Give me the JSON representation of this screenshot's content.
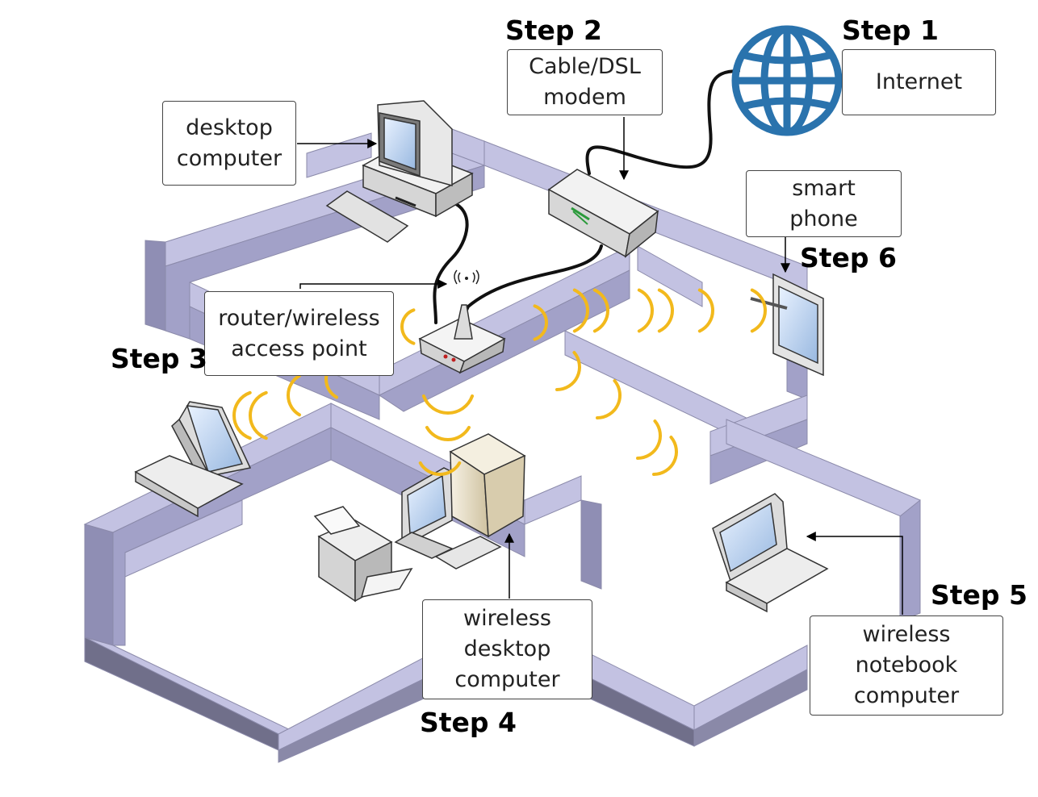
{
  "steps": {
    "s1": "Step 1",
    "s2": "Step 2",
    "s3": "Step 3",
    "s4": "Step 4",
    "s5": "Step 5",
    "s6": "Step 6"
  },
  "labels": {
    "internet": "Internet",
    "modem": "Cable/DSL\nmodem",
    "desktop": "desktop\ncomputer",
    "router": "router/wireless\naccess point",
    "smartphone": "smart\nphone",
    "wireless_desktop": "wireless\ndesktop\ncomputer",
    "wireless_notebook": "wireless\nnotebook\ncomputer"
  },
  "colors": {
    "wall_top": "#c3c2e2",
    "wall_side": "#a2a1c8",
    "wall_dark": "#706f8a",
    "wave": "#f2b91c",
    "globe": "#2a73ad",
    "cable": "#111111"
  }
}
